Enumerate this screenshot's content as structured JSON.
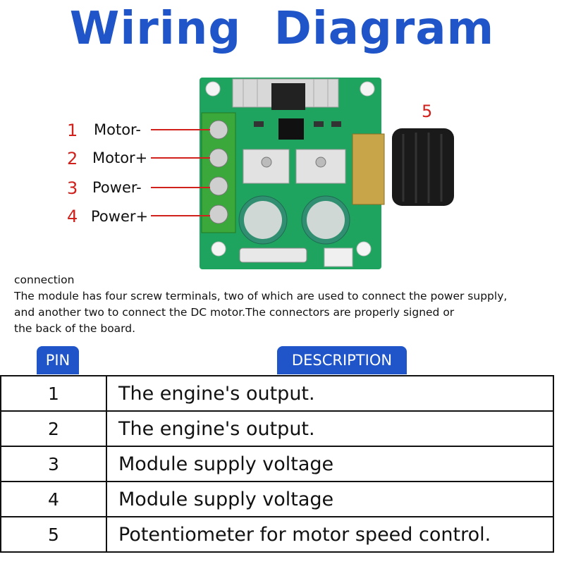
{
  "title": "Wiring  Diagram",
  "pins": [
    {
      "num": "1",
      "label": "Motor-"
    },
    {
      "num": "2",
      "label": "Motor+"
    },
    {
      "num": "3",
      "label": "Power-"
    },
    {
      "num": "4",
      "label": "Power+"
    }
  ],
  "knob_number": "5",
  "colors": {
    "accent": "#1f55c8",
    "pin_number": "#d0211c",
    "board": "#1fa45f"
  },
  "description": {
    "heading": "connection",
    "line1": "The module has four screw terminals, two of which are used to connect the power supply,",
    "line2": "and another two to connect the DC motor.The connectors are properly signed or",
    "line3": "the back of the board."
  },
  "table": {
    "col_pin": "PIN",
    "col_description": "DESCRIPTION",
    "rows": [
      {
        "pin": "1",
        "text": "The engine's output."
      },
      {
        "pin": "2",
        "text": "The engine's output."
      },
      {
        "pin": "3",
        "text": "Module supply voltage"
      },
      {
        "pin": "4",
        "text": "Module supply voltage"
      },
      {
        "pin": "5",
        "text": "Potentiometer for motor speed control."
      }
    ]
  }
}
